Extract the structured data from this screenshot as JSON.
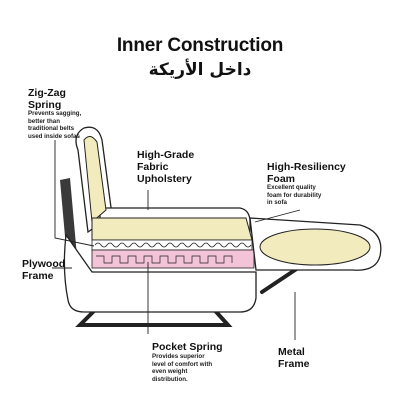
{
  "title": "Inner Construction",
  "subtitle": "داخل الأريكة",
  "labels": {
    "zigzag": {
      "title_line1": "Zig-Zag",
      "title_line2": "Spring",
      "desc_line1": "Prevents sagging,",
      "desc_line2": "better than",
      "desc_line3": "traditional belts",
      "desc_line4": "used inside sofas"
    },
    "fabric": {
      "line1": "High-Grade",
      "line2": "Fabric",
      "line3": "Upholstery"
    },
    "foam": {
      "title_line1": "High-Resiliency",
      "title_line2": "Foam",
      "desc_line1": "Excellent quality",
      "desc_line2": "foam for durability",
      "desc_line3": "in sofa"
    },
    "plywood": {
      "line1": "Plywood",
      "line2": "Frame"
    },
    "pocket": {
      "title": "Pocket Spring",
      "desc_line1": "Provides superior",
      "desc_line2": "level of comfort with",
      "desc_line3": "even weight",
      "desc_line4": "distribution."
    },
    "metal": {
      "line1": "Metal",
      "line2": "Frame"
    }
  },
  "colors": {
    "foam": "#f1ebbd",
    "pocket_spring": "#f3c3d7",
    "frame": "#3a3a3a",
    "outline": "#222222"
  }
}
